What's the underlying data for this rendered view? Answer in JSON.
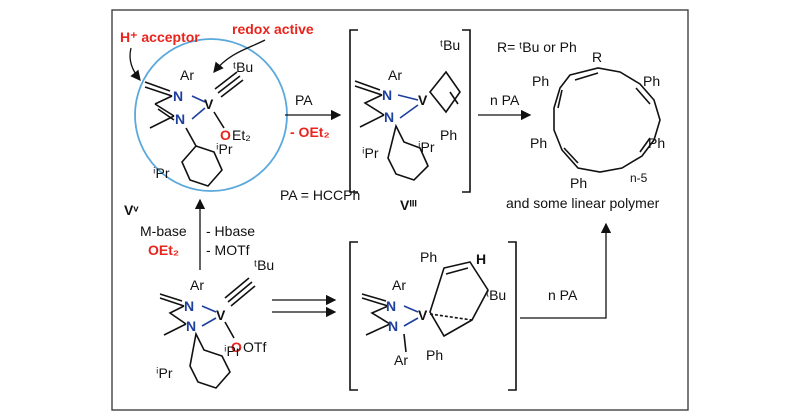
{
  "labels": {
    "h_acceptor": "H⁺ acceptor",
    "redox_active": "redox active",
    "r_def": "R= ᵗBu or Ph",
    "pa_def": "PA = HCCPh",
    "linear": "and some linear polymer",
    "v5": "Vᵛ",
    "v3": "Vᴵᴵᴵ",
    "m_base": "M-base",
    "oet2": "OEt₂",
    "h_base": "- Hbase",
    "motf": "- MOTf",
    "pa": "PA",
    "minus_oet2": "- OEt₂",
    "n_pa_top": "n PA",
    "n_pa_bottom": "n PA",
    "n_minus_5": "n-5"
  },
  "atoms": {
    "ar": "Ar",
    "n": "N",
    "v": "V",
    "tbu": "ᵗBu",
    "ipr": "ⁱPr",
    "o": "O",
    "et2": "Et₂",
    "otf": "OTf",
    "ph": "Ph",
    "h": "H",
    "r": "R"
  },
  "colors": {
    "red": "#e8241d",
    "blue": "#1d3f9e",
    "circle": "#5aa8dc",
    "frame": "#333333"
  }
}
